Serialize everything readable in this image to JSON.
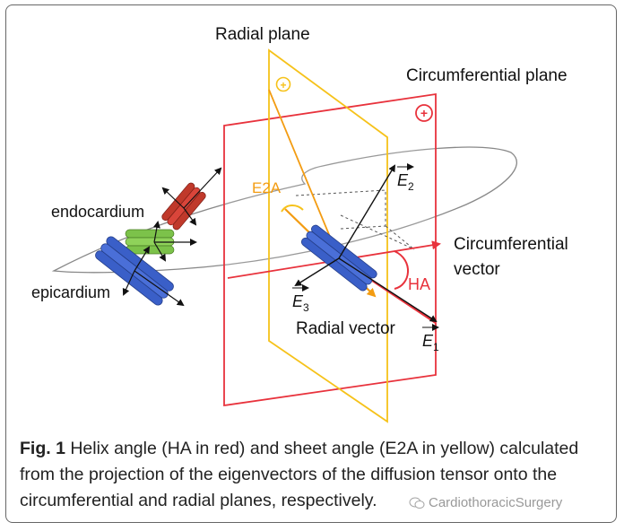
{
  "labels": {
    "radial_plane": "Radial plane",
    "circumferential_plane": "Circumferential plane",
    "e2a": "E2A",
    "e2": "E",
    "e2_sub": "2",
    "endocardium": "endocardium",
    "epicardium": "epicardium",
    "circ_vector_1": "Circumferential",
    "circ_vector_2": "vector",
    "ha": "HA",
    "e3": "E",
    "e3_sub": "3",
    "radial_vector": "Radial vector",
    "e1": "E",
    "e1_sub": "1",
    "plus_sign": "+"
  },
  "caption": {
    "fig_label": "Fig. 1",
    "text": " Helix angle (HA in red) and sheet angle (E2A in yellow) calculated from the projection of the eigenvectors of the diffusion tensor onto the circumferential and radial planes, respectively."
  },
  "watermark": {
    "text": "CardiothoracicSurgery"
  },
  "colors": {
    "red": "#e8323c",
    "yellow": "#f6c21a",
    "orange": "#f39c12",
    "blue": "#3a5fc8",
    "green": "#7cc24a",
    "dark_red": "#c0392b"
  }
}
